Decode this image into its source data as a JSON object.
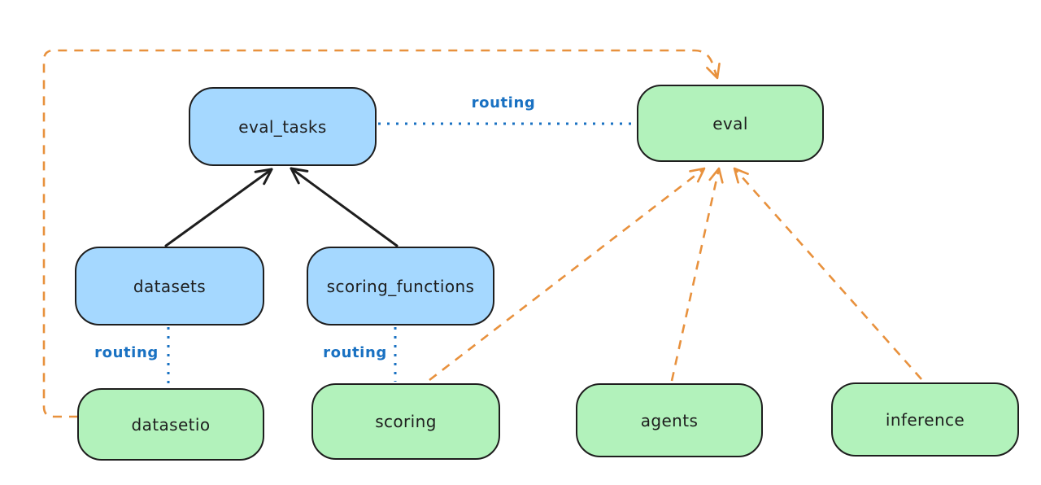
{
  "diagram": {
    "background": "#ffffff",
    "nodes": {
      "eval_tasks": {
        "label": "eval_tasks",
        "fill": "#a5d8ff"
      },
      "eval": {
        "label": "eval",
        "fill": "#b2f2bb"
      },
      "datasets": {
        "label": "datasets",
        "fill": "#a5d8ff"
      },
      "scoring_functions": {
        "label": "scoring_functions",
        "fill": "#a5d8ff"
      },
      "datasetio": {
        "label": "datasetio",
        "fill": "#b2f2bb"
      },
      "scoring": {
        "label": "scoring",
        "fill": "#b2f2bb"
      },
      "agents": {
        "label": "agents",
        "fill": "#b2f2bb"
      },
      "inference": {
        "label": "inference",
        "fill": "#b2f2bb"
      }
    },
    "edges": [
      {
        "from": "datasets",
        "to": "eval_tasks",
        "style": "solid-arrow",
        "color": "#1e1e1e",
        "label": ""
      },
      {
        "from": "scoring_functions",
        "to": "eval_tasks",
        "style": "solid-arrow",
        "color": "#1e1e1e",
        "label": ""
      },
      {
        "from": "eval_tasks",
        "to": "eval",
        "style": "dotted-line",
        "color": "#1971c2",
        "label": "routing"
      },
      {
        "from": "datasets",
        "to": "datasetio",
        "style": "dotted-line",
        "color": "#1971c2",
        "label": "routing"
      },
      {
        "from": "scoring_functions",
        "to": "scoring",
        "style": "dotted-line",
        "color": "#1971c2",
        "label": "routing"
      },
      {
        "from": "datasetio",
        "to": "eval",
        "style": "dashed-arrow",
        "color": "#e8913d",
        "label": ""
      },
      {
        "from": "scoring",
        "to": "eval",
        "style": "dashed-arrow",
        "color": "#e8913d",
        "label": ""
      },
      {
        "from": "agents",
        "to": "eval",
        "style": "dashed-arrow",
        "color": "#e8913d",
        "label": ""
      },
      {
        "from": "inference",
        "to": "eval",
        "style": "dashed-arrow",
        "color": "#e8913d",
        "label": ""
      }
    ],
    "colors": {
      "node_stroke": "#1e1e1e",
      "blue_node_fill": "#a5d8ff",
      "green_node_fill": "#b2f2bb",
      "routing_blue": "#1971c2",
      "arrow_orange": "#e8913d",
      "arrow_black": "#1e1e1e"
    }
  }
}
